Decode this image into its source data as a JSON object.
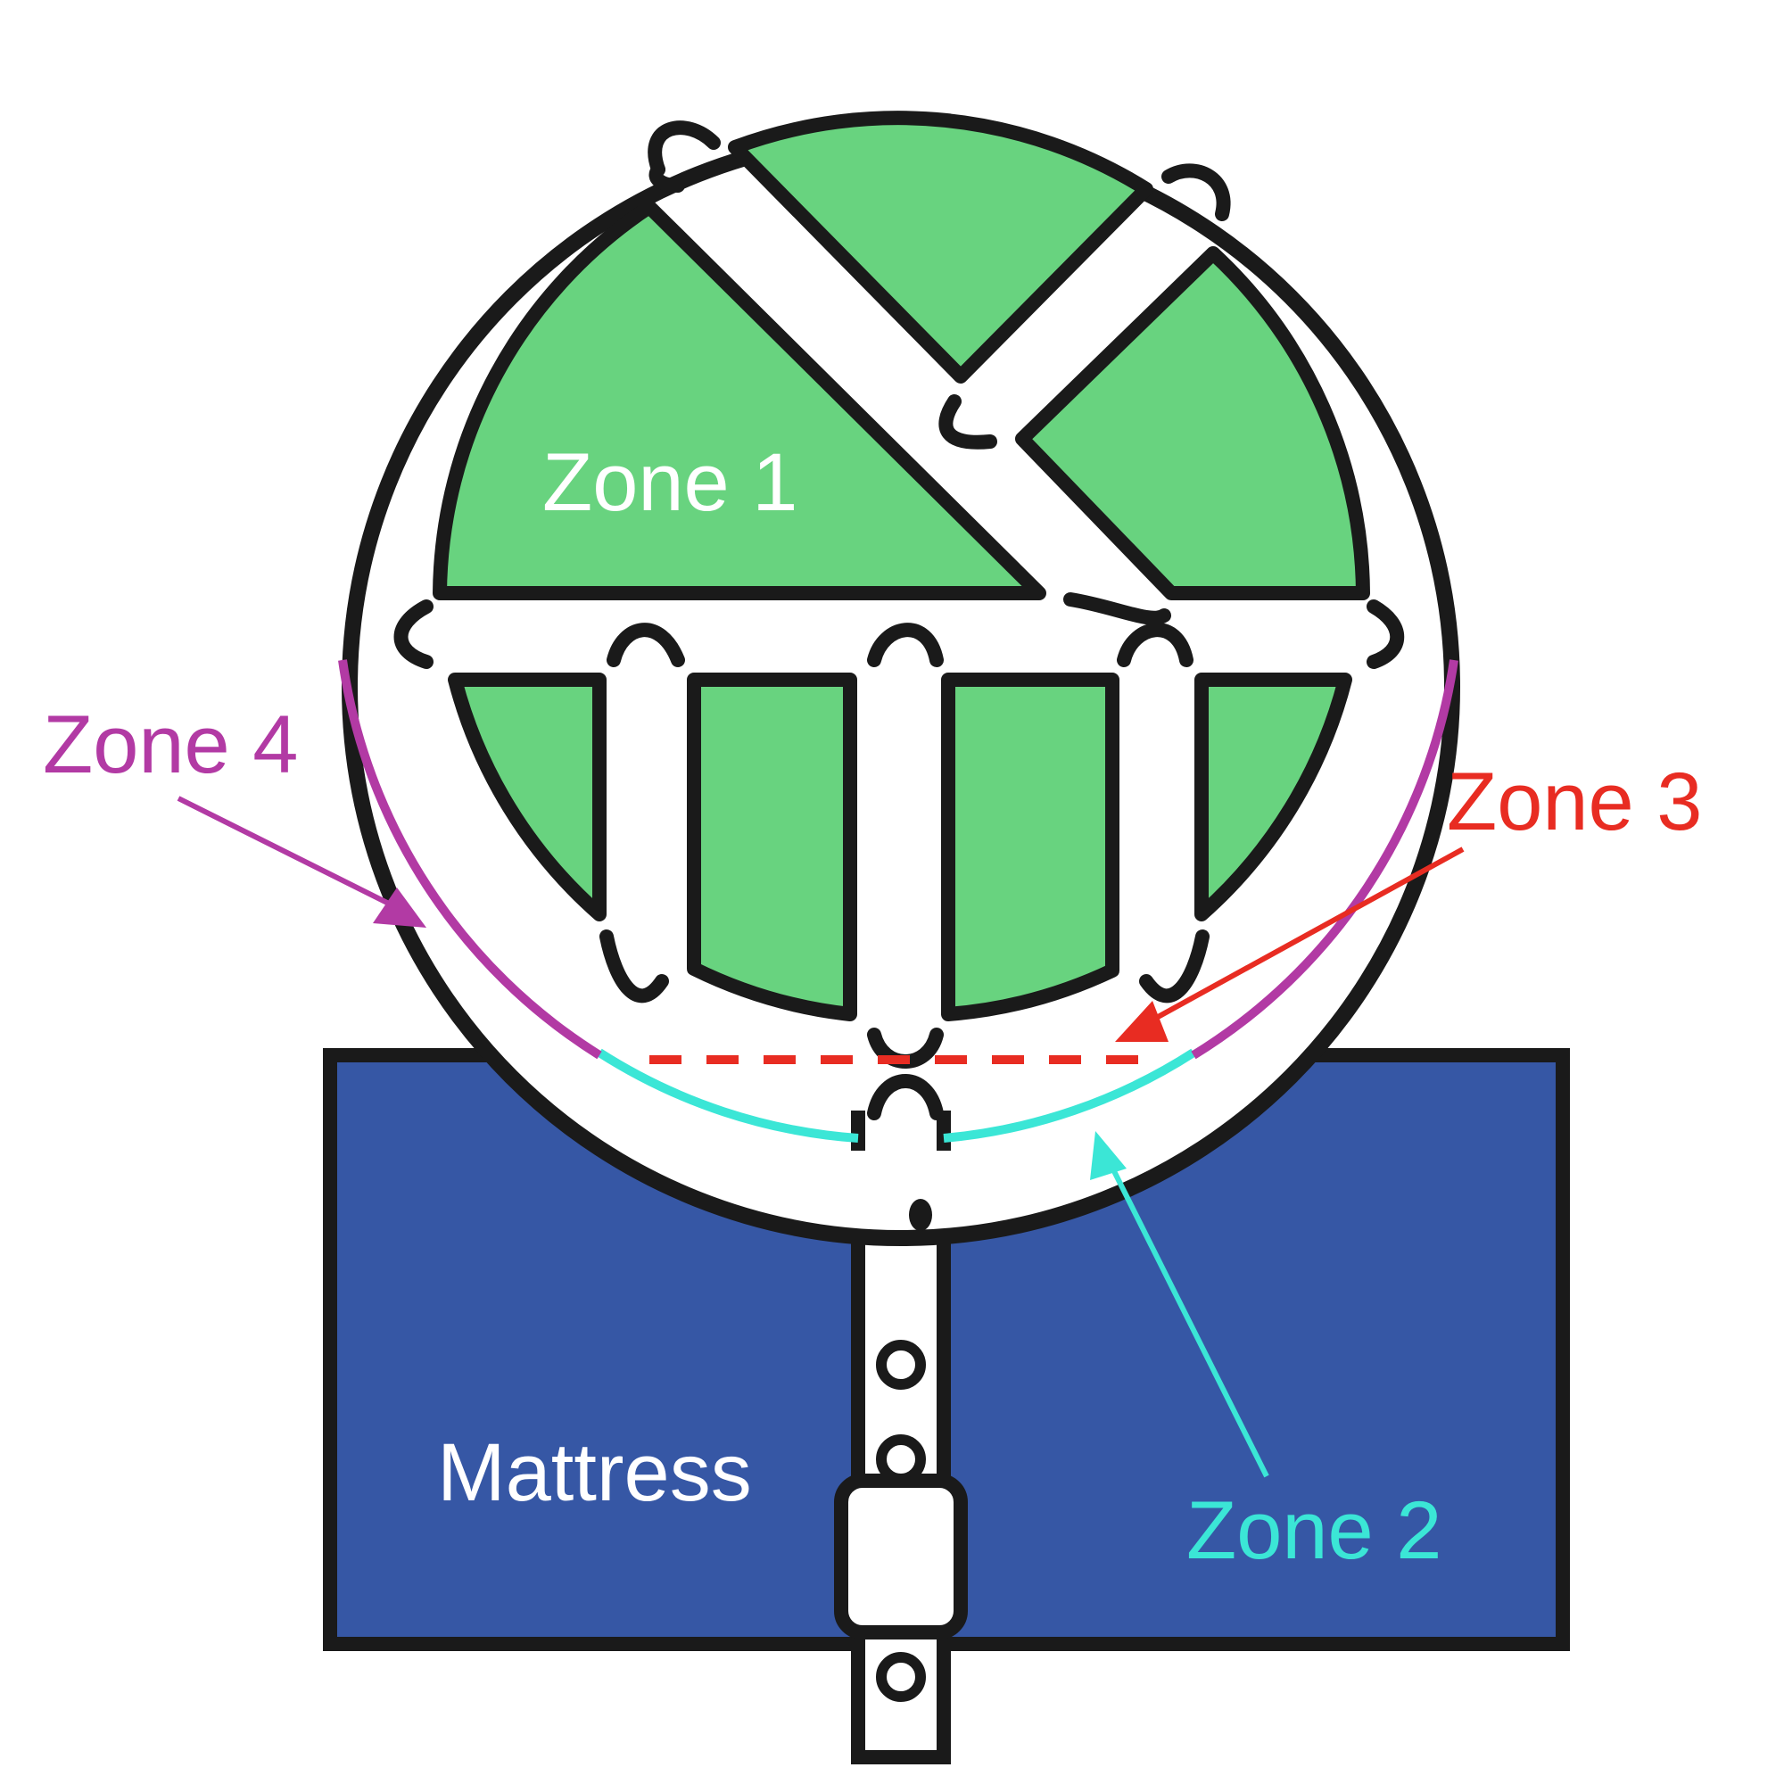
{
  "labels": {
    "zone1": "Zone 1",
    "zone2": "Zone 2",
    "zone3": "Zone 3",
    "zone4": "Zone 4",
    "mattress": "Mattress"
  },
  "colors": {
    "outline": "#1a1a1a",
    "fill": "#ffffff",
    "zone1_fill": "#68d37f",
    "zone1_text": "#ffffff",
    "mattress_fill": "#3657a5",
    "mattress_text": "#ffffff",
    "zone2": "#3be6d6",
    "zone3": "#e82c22",
    "zone4": "#b23aa4"
  }
}
